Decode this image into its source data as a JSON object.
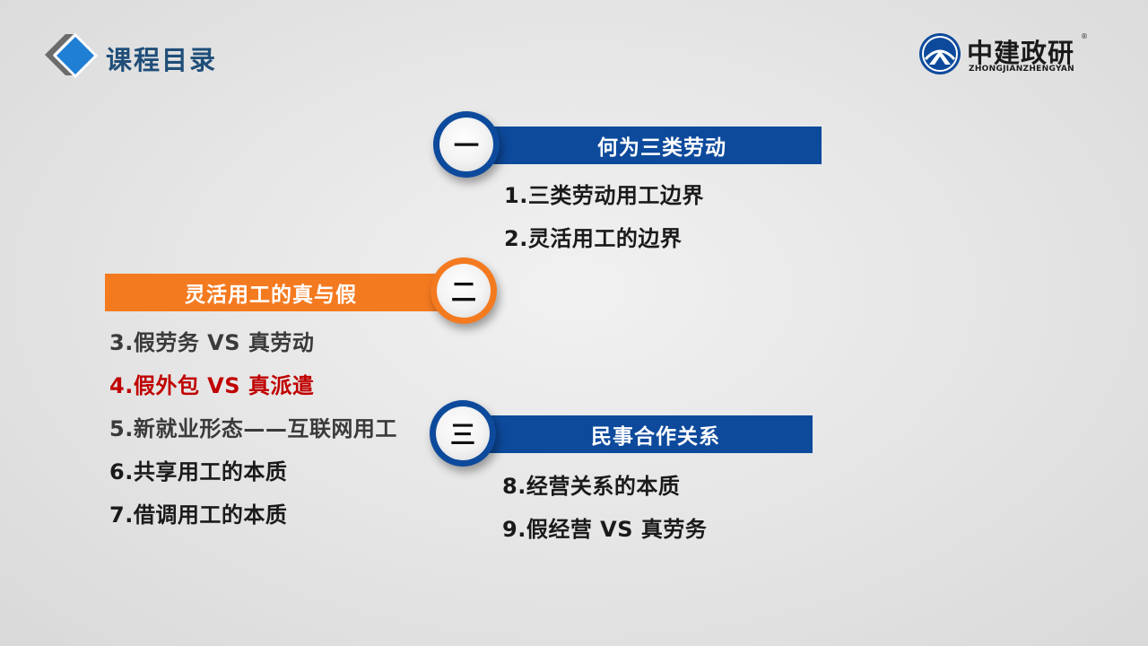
{
  "header": {
    "title": "课程目录",
    "icon": "diamond-icon"
  },
  "logo": {
    "name_cn": "中建政研",
    "name_en": "ZHONGJIANZHENGYAN",
    "registered_mark": "®"
  },
  "colors": {
    "blue": "#0d4a9c",
    "orange": "#f47a20",
    "highlight_red": "#c00000",
    "title_blue": "#1f4e79"
  },
  "sections": [
    {
      "number": "一",
      "title": "何为三类劳动",
      "items": [
        "1.三类劳动用工边界",
        "2.灵活用工的边界"
      ]
    },
    {
      "number": "二",
      "title": "灵活用工的真与假",
      "items": [
        "3.假劳务 VS 真劳动",
        "4.假外包 VS 真派遣",
        "5.新就业形态——互联网用工",
        "6.共享用工的本质",
        "7.借调用工的本质"
      ]
    },
    {
      "number": "三",
      "title": "民事合作关系",
      "items": [
        "8.经营关系的本质",
        "9.假经营 VS 真劳务"
      ]
    }
  ]
}
